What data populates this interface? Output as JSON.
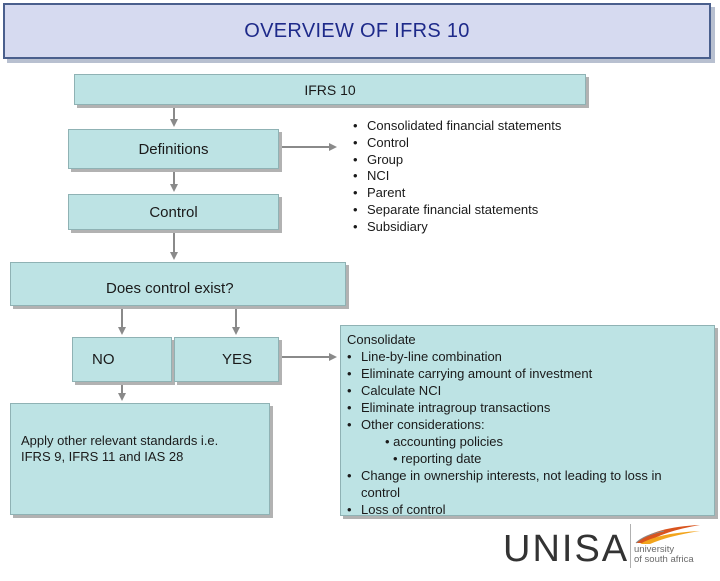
{
  "title": "OVERVIEW OF IFRS 10",
  "ifrs10_label": "IFRS 10",
  "definitions_label": "Definitions",
  "control_label": "Control",
  "definitions_list": [
    "Consolidated financial statements",
    "Control",
    "Group",
    "NCI",
    "Parent",
    "Separate financial statements",
    "Subsidiary"
  ],
  "question_label": "Does control exist?",
  "no_label": "NO",
  "yes_label": "YES",
  "apply_text": {
    "line1": "Apply other relevant standards i.e.",
    "line2": "IFRS 9, IFRS 11 and IAS 28"
  },
  "consolidate": {
    "heading": "Consolidate",
    "items": [
      "Line-by-line combination",
      "Eliminate carrying amount of investment",
      "Calculate NCI",
      "Eliminate intragroup transactions",
      "Other considerations:"
    ],
    "sub_items": [
      "• accounting policies",
      "• reporting date"
    ],
    "change_item_line1": "Change in ownership interests, not leading to loss in",
    "change_item_line2": "control",
    "loss_item": "Loss of control"
  },
  "bullet_char": "•",
  "logo": {
    "wordmark": "UNISA",
    "sub_lines": [
      "university",
      "of south africa"
    ]
  },
  "colors": {
    "box_fill": "#bde3e4",
    "title_fill": "#d6daf0",
    "title_text": "#1e2a8a",
    "arrow": "#8a8a8a"
  }
}
